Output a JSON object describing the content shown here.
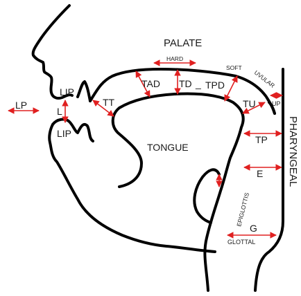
{
  "labels": {
    "palate": "PALATE",
    "hard": "HARD",
    "soft": "SOFT",
    "uvular": "UVULAR",
    "lip_upper": "LIP",
    "lip_lower": "LIP",
    "lp": "LP",
    "l": "L",
    "tt": "TT",
    "tad": "TAD",
    "td": "TD",
    "tpd": "TPD",
    "tu": "TU",
    "up": "UP",
    "tp": "TP",
    "tongue": "TONGUE",
    "e": "E",
    "epiglottis": "EPIGLOTTIS",
    "g": "G",
    "glottal": "GLOTTAL",
    "pharyngeal": "PHARYNGEAL"
  },
  "colors": {
    "outline": "#000000",
    "arrow": "#e02020",
    "text": "#1a1a1a",
    "background": "#ffffff"
  }
}
